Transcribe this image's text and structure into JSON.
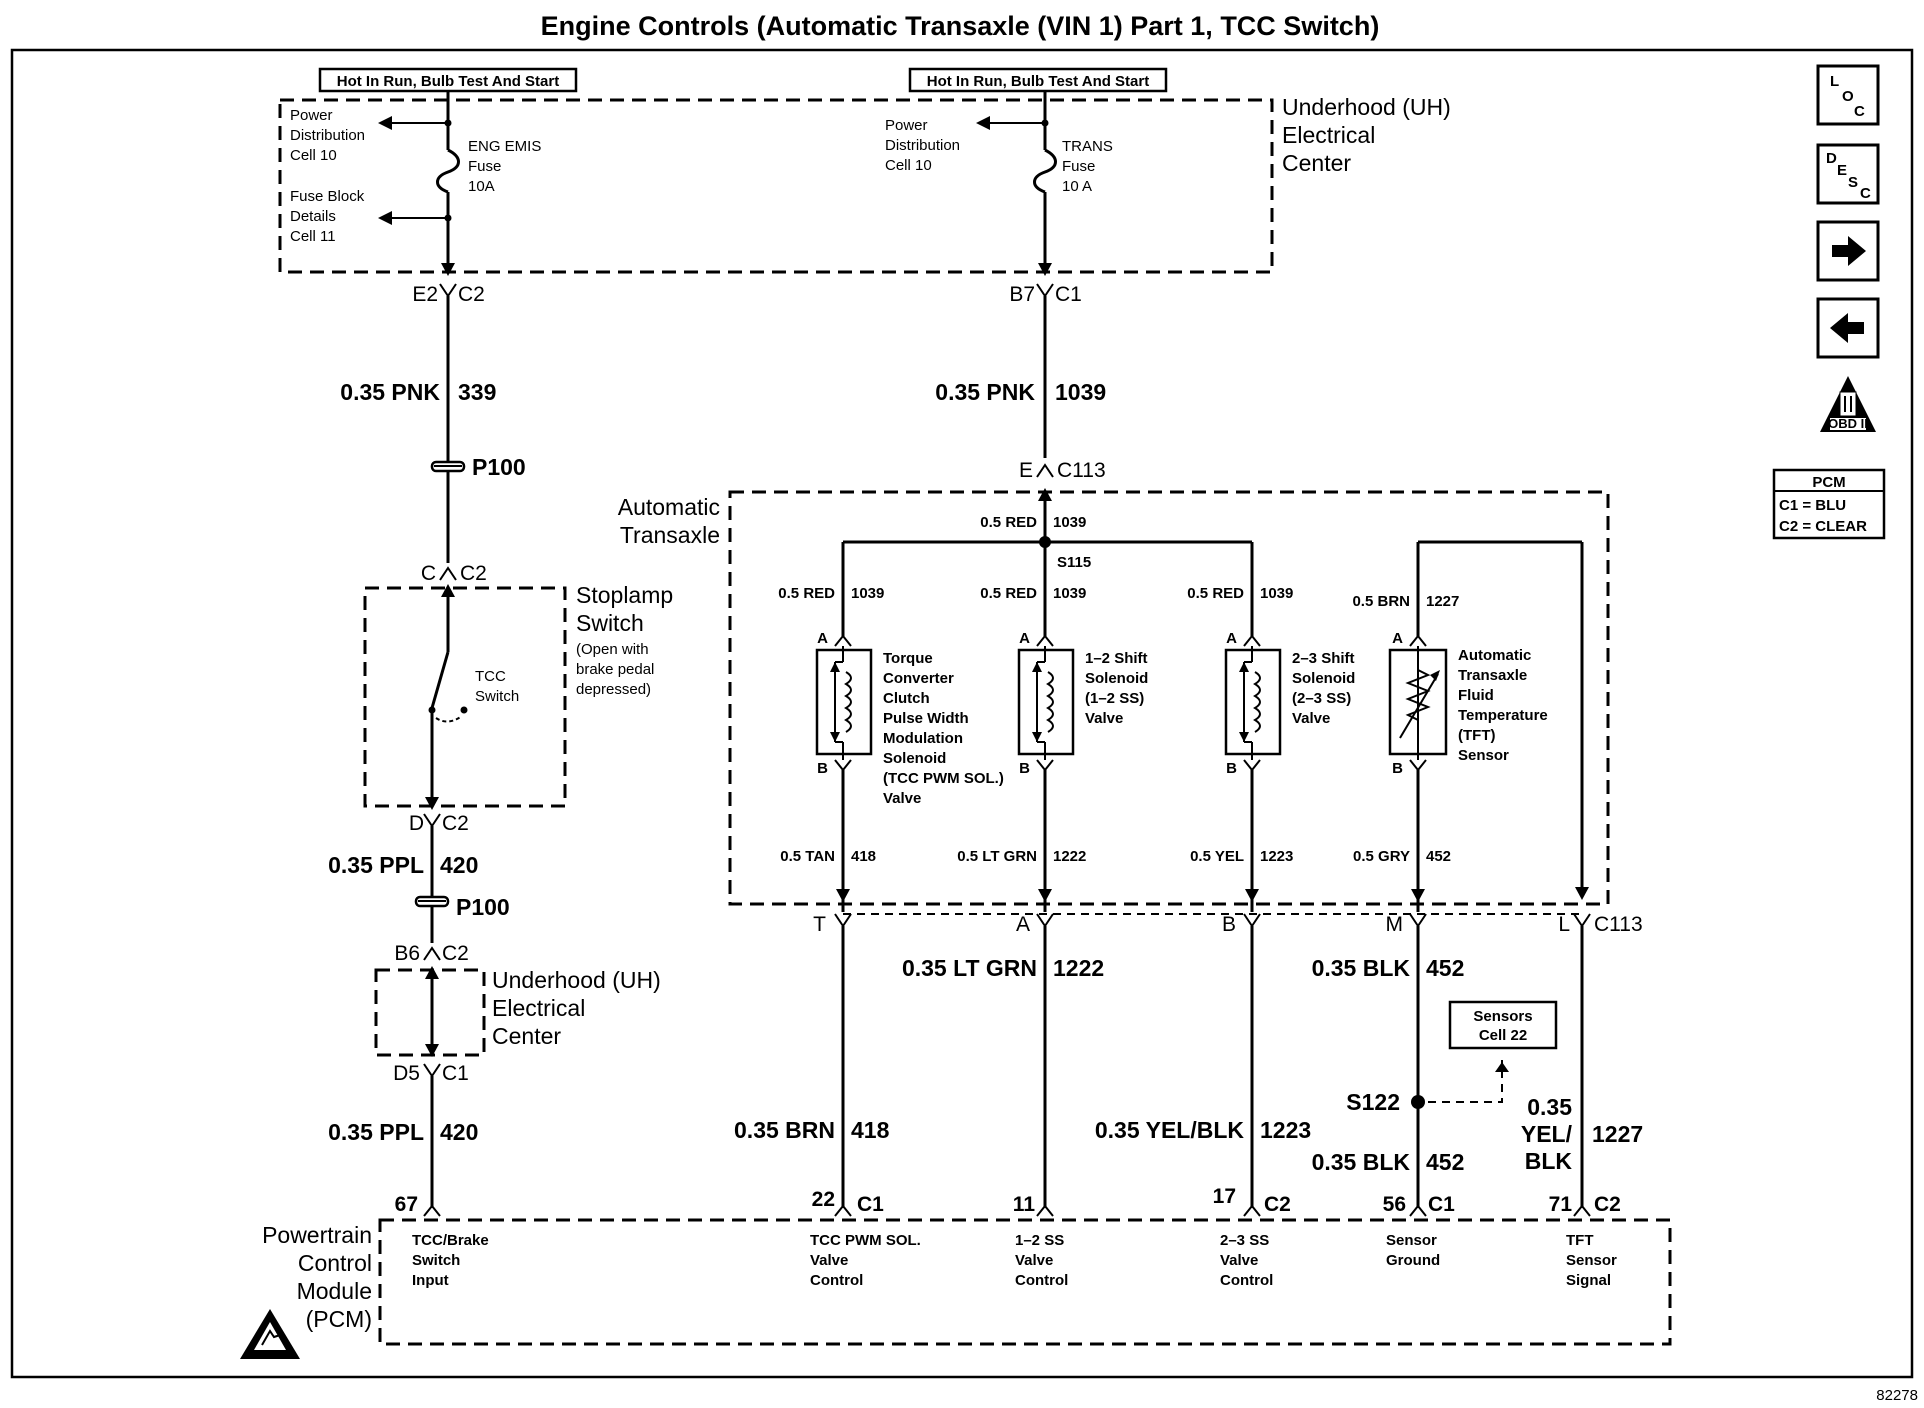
{
  "title": "Engine Controls (Automatic Transaxle (VIN 1) Part 1, TCC Switch)",
  "figure_number": "82278",
  "hot_labels": {
    "left": "Hot In Run, Bulb Test And Start",
    "right": "Hot In Run, Bulb Test And Start"
  },
  "uh_center": {
    "line1": "Underhood (UH)",
    "line2": "Electrical",
    "line3": "Center"
  },
  "power_dist_left": {
    "l1": "Power",
    "l2": "Distribution",
    "l3": "Cell 10"
  },
  "fuse_block": {
    "l1": "Fuse Block",
    "l2": "Details",
    "l3": "Cell 11"
  },
  "fuse_left": {
    "l1": "ENG EMIS",
    "l2": "Fuse",
    "l3": "10A"
  },
  "power_dist_right": {
    "l1": "Power",
    "l2": "Distribution",
    "l3": "Cell 10"
  },
  "fuse_right": {
    "l1": "TRANS",
    "l2": "Fuse",
    "l3": "10 A"
  },
  "conn": {
    "e2": "E2",
    "c2a": "C2",
    "b7": "B7",
    "c1a": "C1",
    "e": "E",
    "c113a": "C113",
    "c": "C",
    "c2b": "C2",
    "d": "D",
    "c2c": "C2",
    "b6": "B6",
    "c2d": "C2",
    "d5": "D5",
    "c1b": "C1",
    "t": "T",
    "a": "A",
    "b": "B",
    "m": "M",
    "l": "L",
    "c113b": "C113"
  },
  "wires": {
    "w339": {
      "size": "0.35 PNK",
      "circuit": "339"
    },
    "w1039": {
      "size": "0.35 PNK",
      "circuit": "1039"
    },
    "w420a": {
      "size": "0.35 PPL",
      "circuit": "420"
    },
    "w420b": {
      "size": "0.35 PPL",
      "circuit": "420"
    },
    "w1222": {
      "size": "0.35 LT GRN",
      "circuit": "1222"
    },
    "w452a": {
      "size": "0.35 BLK",
      "circuit": "452"
    },
    "w418": {
      "size": "0.35 BRN",
      "circuit": "418"
    },
    "w1223": {
      "size": "0.35 YEL/BLK",
      "circuit": "1223"
    },
    "w452b": {
      "size": "0.35 BLK",
      "circuit": "452"
    },
    "w1227": {
      "l1": "0.35",
      "l2": "YEL/",
      "l3": "BLK",
      "circuit": "1227"
    }
  },
  "splices": {
    "p100a": "P100",
    "p100b": "P100",
    "s115": "S115",
    "s122": "S122"
  },
  "stoplamp": {
    "l1": "Stoplamp",
    "l2": "Switch",
    "n1": "(Open with",
    "n2": "brake pedal",
    "n3": "depressed)",
    "sw1": "TCC",
    "sw2": "Switch"
  },
  "uh_lower": {
    "l1": "Underhood (UH)",
    "l2": "Electrical",
    "l3": "Center"
  },
  "trans": {
    "label1": "Automatic",
    "label2": "Transaxle",
    "red_top": {
      "size": "0.5 RED",
      "circuit": "1039"
    },
    "red1": {
      "size": "0.5 RED",
      "circuit": "1039"
    },
    "red2": {
      "size": "0.5 RED",
      "circuit": "1039"
    },
    "red3": {
      "size": "0.5 RED",
      "circuit": "1039"
    },
    "brn": {
      "size": "0.5 BRN",
      "circuit": "1227"
    },
    "tan": {
      "size": "0.5 TAN",
      "circuit": "418"
    },
    "ltgrn": {
      "size": "0.5 LT GRN",
      "circuit": "1222"
    },
    "yel": {
      "size": "0.5 YEL",
      "circuit": "1223"
    },
    "gry": {
      "size": "0.5 GRY",
      "circuit": "452"
    },
    "pin_a": "A",
    "pin_b": "B"
  },
  "components": {
    "tcc": [
      "Torque",
      "Converter",
      "Clutch",
      "Pulse Width",
      "Modulation",
      "Solenoid",
      "(TCC PWM SOL.)",
      "Valve"
    ],
    "ss12": [
      "1–2 Shift",
      "Solenoid",
      "(1–2 SS)",
      "Valve"
    ],
    "ss23": [
      "2–3 Shift",
      "Solenoid",
      "(2–3 SS)",
      "Valve"
    ],
    "tft": [
      "Automatic",
      "Transaxle",
      "Fluid",
      "Temperature",
      "(TFT)",
      "Sensor"
    ]
  },
  "sensors_ref": {
    "l1": "Sensors",
    "l2": "Cell 22"
  },
  "pcm": {
    "label": [
      "Powertrain",
      "Control",
      "Module",
      "(PCM)"
    ],
    "pins": [
      {
        "num": "67",
        "conn": "",
        "desc": [
          "TCC/Brake",
          "Switch",
          "Input"
        ]
      },
      {
        "num": "22",
        "conn": "C1",
        "desc": [
          "TCC PWM SOL.",
          "Valve",
          "Control"
        ]
      },
      {
        "num": "11",
        "conn": "",
        "desc": [
          "1–2 SS",
          "Valve",
          "Control"
        ]
      },
      {
        "num": "17",
        "conn": "C2",
        "desc": [
          "2–3 SS",
          "Valve",
          "Control"
        ]
      },
      {
        "num": "56",
        "conn": "C1",
        "desc": [
          "Sensor",
          "Ground"
        ]
      },
      {
        "num": "71",
        "conn": "C2",
        "desc": [
          "TFT",
          "Sensor",
          "Signal"
        ]
      }
    ]
  },
  "nav": {
    "loc_l": "L",
    "loc_o": "O",
    "loc_c": "C",
    "desc_d": "D",
    "desc_e": "E",
    "desc_s": "S",
    "desc_c": "C",
    "obd": "OBD II"
  },
  "legend": {
    "title": "PCM",
    "c1": "C1 = BLU",
    "c2": "C2 = CLEAR"
  }
}
